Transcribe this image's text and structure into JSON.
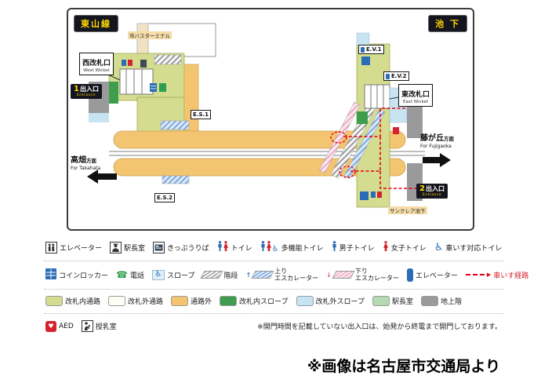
{
  "map": {
    "line_badge": "東山線",
    "station_badge": "池 下",
    "bus_terminal": "市バスターミナル",
    "west_gate": {
      "ja": "西改札口",
      "en": "West Wicket"
    },
    "east_gate": {
      "ja": "東改札口",
      "en": "East Wicket"
    },
    "exit_1": {
      "num": "1",
      "ja": "出入口",
      "en": "Entrance"
    },
    "exit_2": {
      "num": "2",
      "ja": "出入口",
      "en": "Entrance"
    },
    "escalator_1": "E.S.1",
    "escalator_2": "E.S.2",
    "elevator_1": "E.V.1",
    "elevator_2": "E.V.2",
    "direction_left": {
      "name": "高畑",
      "suffix": "方面",
      "en": "For Takahata"
    },
    "direction_right": {
      "name": "藤が丘",
      "suffix": "方面",
      "en": "For Fujigaoka"
    },
    "sunclair": "サンクレア池下"
  },
  "legend": {
    "row1": [
      {
        "icon": "elevator-icon",
        "label": "エレベーター"
      },
      {
        "icon": "station-master-icon",
        "label": "駅長室"
      },
      {
        "icon": "ticket-machine-icon",
        "label": "きっぷうりば"
      },
      {
        "icon": "toilet-icon",
        "label": "トイレ"
      },
      {
        "icon": "multifunction-toilet-icon",
        "label": "多機能トイレ"
      },
      {
        "icon": "male-toilet-icon",
        "label": "男子トイレ"
      },
      {
        "icon": "female-toilet-icon",
        "label": "女子トイレ"
      },
      {
        "icon": "wheelchair-toilet-icon",
        "label": "車いす対応トイレ"
      }
    ],
    "row2": [
      {
        "icon": "coin-locker-icon",
        "label": "コインロッカー"
      },
      {
        "icon": "phone-icon",
        "label": "電話"
      },
      {
        "icon": "slope-icon",
        "label": "スロープ"
      },
      {
        "icon": "stairs-icon",
        "label": "階段"
      },
      {
        "icon": "up-escalator-icon",
        "label1": "上り",
        "label2": "エスカレーター"
      },
      {
        "icon": "down-escalator-icon",
        "label1": "下り",
        "label2": "エスカレーター"
      },
      {
        "icon": "elevator-shaft-icon",
        "label": "エレベーター"
      },
      {
        "icon": "wheelchair-route-icon",
        "label": "車いす経路"
      }
    ],
    "row3": [
      {
        "label": "改札内通路",
        "color": "#d4dd8f"
      },
      {
        "label": "改札外通路",
        "color": "#fffef4"
      },
      {
        "label": "通路外",
        "color": "#f4c571"
      },
      {
        "label": "改札内スロープ",
        "color": "#3f9e4d"
      },
      {
        "label": "改札外スロープ",
        "color": "#c8e4f2"
      },
      {
        "label": "駅長室",
        "color": "#b5d9b0"
      },
      {
        "label": "地上階",
        "color": "#9a9a9c"
      }
    ],
    "row4": [
      {
        "icon": "aed-icon",
        "label": "AED"
      },
      {
        "icon": "nursing-room-icon",
        "label": "授乳室"
      }
    ],
    "note": "※開門時間を記載していない出入口は、始発から終電まで開門しております。"
  },
  "credit": "※画像は名古屋市交通局より",
  "colors": {
    "route_red": "#e60012",
    "badge_bg": "#15151f",
    "badge_text": "#ffd800",
    "platform_orange": "#f4c571",
    "concourse_green": "#d4dd8f"
  }
}
